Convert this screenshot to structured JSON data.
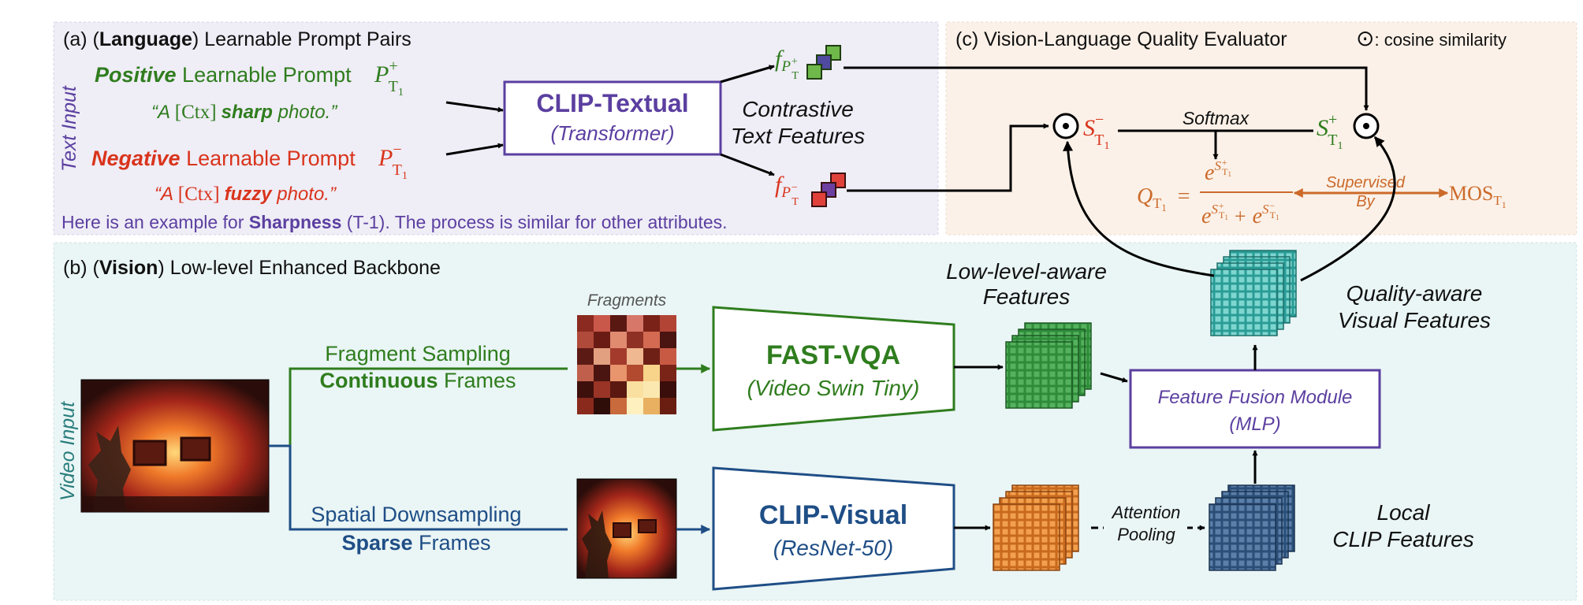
{
  "colors": {
    "purple": "#5b3fa0",
    "green": "#2f7d1e",
    "red": "#d9341c",
    "orange": "#cc6a2a",
    "blue": "#1f4e86",
    "teal_bg": "#eaf5f5",
    "lavender_bg": "#efedf6",
    "peach_bg": "#fbf1e8"
  },
  "panel_a": {
    "prefix": "(a) (",
    "bold": "Language",
    "suffix": ") Learnable Prompt Pairs",
    "side_label": "Text Input",
    "positive_word": "Positive",
    "positive_rest": " Learnable Prompt ",
    "positive_symbol": "P",
    "positive_sup": "+",
    "positive_sub": "T",
    "positive_subsub": "1",
    "positive_quote_open": "“A ",
    "positive_ctx": "[Ctx]",
    "positive_adj": "sharp",
    "positive_quote_close": " photo.”",
    "negative_word": "Negative",
    "negative_rest": " Learnable Prompt ",
    "negative_symbol": "P",
    "negative_sup": "−",
    "negative_sub": "T",
    "negative_subsub": "1",
    "negative_quote_open": "“A ",
    "negative_ctx": "[Ctx]",
    "negative_adj": "fuzzy",
    "negative_quote_close": " photo.”",
    "example_pre": "Here is an example for ",
    "example_bold": "Sharpness",
    "example_post": " (T-1). The process is similar for other attributes.",
    "clip_textual_title": "CLIP-Textual",
    "clip_textual_sub": "(Transformer)",
    "contrastive_line1": "Contrastive",
    "contrastive_line2": "Text Features",
    "f_symbol": "f",
    "f_pos_sub": "P",
    "f_pos_sup": "+",
    "f_pos_subsub": "T",
    "f_neg_sub": "P",
    "f_neg_sup": "−",
    "f_neg_subsub": "T"
  },
  "panel_c": {
    "title": "(c) Vision-Language Quality Evaluator",
    "odot_symbol": "⊙",
    "odot_legend": ": cosine similarity",
    "softmax": "Softmax",
    "s_symbol": "S",
    "s_neg_sup": "−",
    "s_pos_sup": "+",
    "s_sub": "T",
    "s_subsub": "1",
    "q_symbol": "Q",
    "q_sub": "T",
    "q_subsub": "1",
    "equals": "=",
    "e_symbol": "e",
    "plus": "+",
    "supervised_line1": "Supervised",
    "supervised_line2": "By",
    "mos": "MOS",
    "mos_sub": "T",
    "mos_subsub": "1"
  },
  "panel_b": {
    "prefix": "(b) (",
    "bold": "Vision",
    "suffix": ") Low-level Enhanced Backbone",
    "side_label": "Video Input",
    "fragments_label": "Fragments",
    "fragment_sampling": "Fragment Sampling",
    "continuous_bold": "Continuous",
    "continuous_rest": " Frames",
    "spatial_downsampling": "Spatial Downsampling",
    "sparse_bold": "Sparse",
    "sparse_rest": " Frames",
    "fastvqa_title": "FAST-VQA",
    "fastvqa_sub": "(Video Swin Tiny)",
    "clipvisual_title": "CLIP-Visual",
    "clipvisual_sub": "(ResNet-50)",
    "low_level_line1": "Low-level-aware",
    "low_level_line2": "Features",
    "quality_line1": "Quality-aware",
    "quality_line2": "Visual Features",
    "fusion_line1": "Feature Fusion Module",
    "fusion_line2": "(MLP)",
    "attention_line1": "Attention",
    "attention_line2": "Pooling",
    "local_line1": "Local",
    "local_line2": "CLIP Features"
  }
}
